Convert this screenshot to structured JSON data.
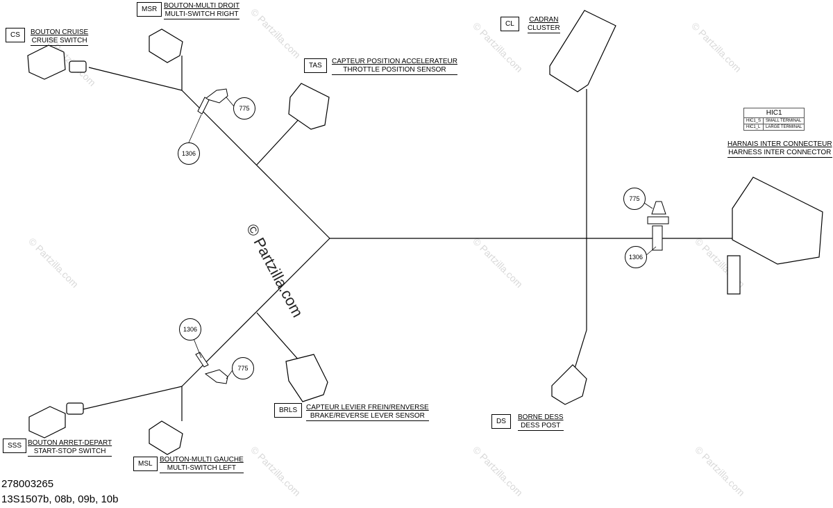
{
  "watermark": "© Partzilla.com",
  "watermark_main": "© Partzilla.com",
  "components": {
    "msr": {
      "code": "MSR",
      "fr": "BOUTON-MULTI DROIT",
      "en": "MULTI-SWITCH RIGHT"
    },
    "cs": {
      "code": "CS",
      "fr": "BOUTON CRUISE",
      "en": "CRUISE SWITCH"
    },
    "tas": {
      "code": "TAS",
      "fr": "CAPTEUR POSITION ACCELERATEUR",
      "en": "THROTTLE POSITION SENSOR"
    },
    "cl": {
      "code": "CL",
      "fr": "CADRAN",
      "en": "CLUSTER"
    },
    "hic1": {
      "fr": "HARNAIS INTER CONNECTEUR",
      "en": "HARNESS INTER CONNECTOR"
    },
    "brls": {
      "code": "BRLS",
      "fr": "CAPTEUR LEVIER FREIN/RENVERSE",
      "en": "BRAKE/REVERSE LEVER SENSOR"
    },
    "ds": {
      "code": "DS",
      "fr": "BORNE DESS",
      "en": "DESS POST"
    },
    "sss": {
      "code": "SSS",
      "fr": "BOUTON ARRET-DEPART",
      "en": "START-STOP SWITCH"
    },
    "msl": {
      "code": "MSL",
      "fr": "BOUTON-MULTI GAUCHE",
      "en": "MULTI-SWITCH LEFT"
    }
  },
  "hic_table": {
    "header": "HIC1",
    "rows": [
      [
        "HIC1_S",
        "SMALL TERMINAL"
      ],
      [
        "HIC1_L",
        "LARGE TERMINAL"
      ]
    ]
  },
  "callouts": {
    "c775_top": "775",
    "c1306_top": "1306",
    "c775_right": "775",
    "c1306_right": "1306",
    "c1306_bottom": "1306",
    "c775_bottom": "775"
  },
  "footer": {
    "part_number": "278003265",
    "revision": "13S1507b, 08b, 09b, 10b"
  }
}
